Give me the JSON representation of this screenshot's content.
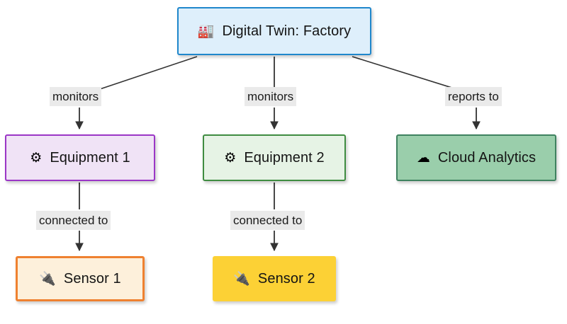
{
  "diagram": {
    "type": "flowchart",
    "direction": "top-down",
    "background_color": "#ffffff",
    "nodes": [
      {
        "id": "root",
        "label": "Digital Twin: Factory",
        "icon": "factory-icon",
        "icon_glyph": "🏭",
        "fill": "#deeffb",
        "border": "#1f87cc"
      },
      {
        "id": "equipment1",
        "label": "Equipment 1",
        "icon": "gear-icon",
        "icon_glyph": "⚙",
        "fill": "#f0e3f6",
        "border": "#9b36c6"
      },
      {
        "id": "equipment2",
        "label": "Equipment 2",
        "icon": "gear-icon",
        "icon_glyph": "⚙",
        "fill": "#e6f3e5",
        "border": "#3f8c41"
      },
      {
        "id": "cloud",
        "label": "Cloud Analytics",
        "icon": "cloud-icon",
        "icon_glyph": "☁",
        "fill": "#9aceab",
        "border": "#3f8260"
      },
      {
        "id": "sensor1",
        "label": "Sensor 1",
        "icon": "plug-icon",
        "icon_glyph": "🔌",
        "fill": "#fdf0db",
        "border": "#ef8130"
      },
      {
        "id": "sensor2",
        "label": "Sensor 2",
        "icon": "plug-icon",
        "icon_glyph": "🔌",
        "fill": "#fcd135",
        "border": "none"
      }
    ],
    "edges": [
      {
        "from": "root",
        "to": "equipment1",
        "label": "monitors"
      },
      {
        "from": "root",
        "to": "equipment2",
        "label": "monitors"
      },
      {
        "from": "root",
        "to": "cloud",
        "label": "reports to"
      },
      {
        "from": "equipment1",
        "to": "sensor1",
        "label": "connected to"
      },
      {
        "from": "equipment2",
        "to": "sensor2",
        "label": "connected to"
      }
    ],
    "edge_style": {
      "line_color": "#333333",
      "label_background": "#eaeaea",
      "label_color": "#1b1b1b"
    }
  }
}
